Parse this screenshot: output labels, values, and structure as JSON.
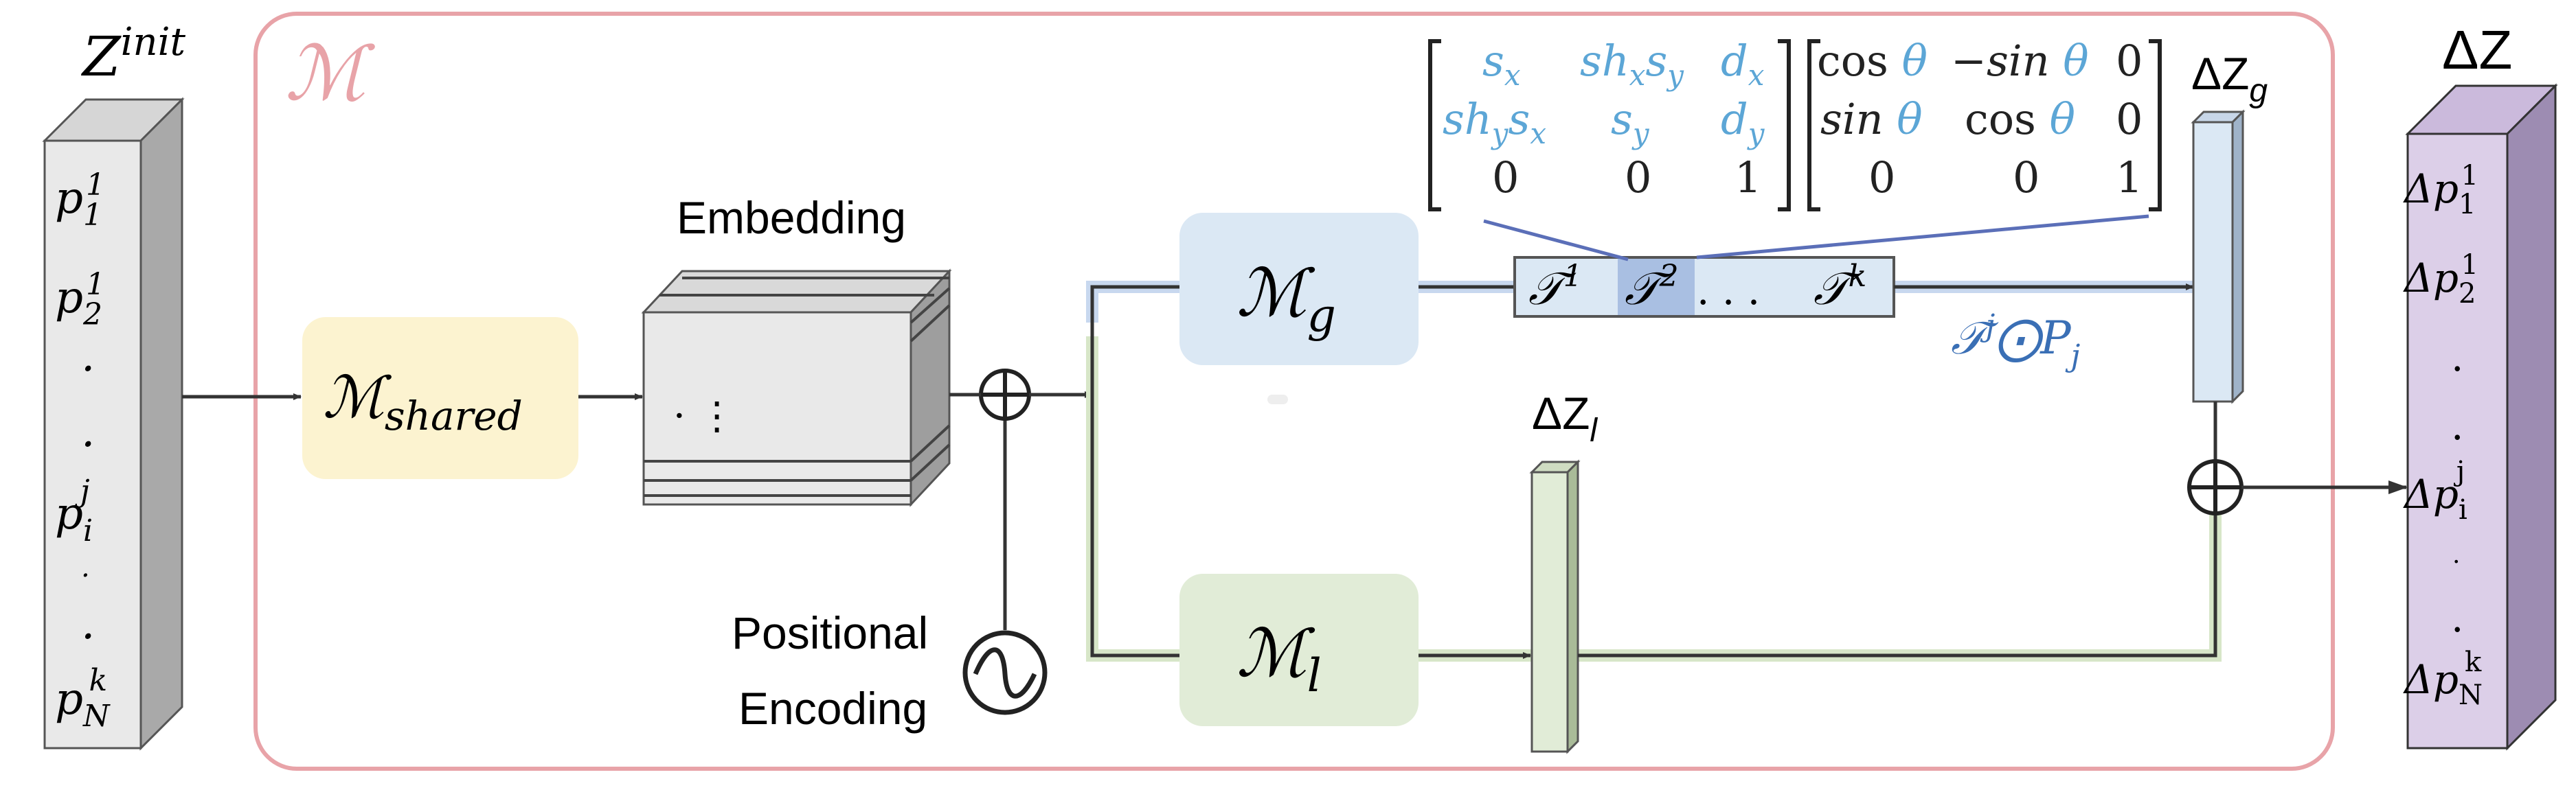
{
  "input": {
    "title": "Z",
    "title_sup": "init",
    "items": [
      {
        "base": "p",
        "sup": "1",
        "sub": "1"
      },
      {
        "base": "p",
        "sup": "1",
        "sub": "2"
      },
      {
        "text": "."
      },
      {
        "text": "."
      },
      {
        "base": "p",
        "sup": "j",
        "sub": "i"
      },
      {
        "text": "."
      },
      {
        "text": "."
      },
      {
        "base": "p",
        "sup": "k",
        "sub": "N"
      }
    ]
  },
  "model": {
    "label": "ℳ"
  },
  "shared": {
    "symbol": "ℳ",
    "sub": "shared"
  },
  "embedding": {
    "label": "Embedding",
    "dots": "·  ⋮"
  },
  "positional": {
    "line1": "Positional",
    "line2": "Encoding"
  },
  "global": {
    "symbol": "ℳ",
    "sub": "g"
  },
  "local": {
    "symbol": "ℳ",
    "sub": "l"
  },
  "tokens": {
    "t1": {
      "base": "𝒯",
      "sup": "1"
    },
    "t2": {
      "base": "𝒯",
      "sup": "2"
    },
    "dots": ". . .",
    "tk": {
      "base": "𝒯",
      "sup": "k"
    }
  },
  "transform_op": {
    "base": "𝒯",
    "sup": "j",
    "op": "⨀",
    "p": "P",
    "sub": "j"
  },
  "matrix_a": [
    [
      "s_x",
      "sh_x s_y",
      "d_x"
    ],
    [
      "sh_y s_x",
      "s_y",
      "d_y"
    ],
    [
      "0",
      "0",
      "1"
    ]
  ],
  "matrix_b": [
    [
      "cos θ",
      "−sin θ",
      "0"
    ],
    [
      "sin θ",
      "cos θ",
      "0"
    ],
    [
      "0",
      "0",
      "1"
    ]
  ],
  "delta_g": {
    "base": "ΔZ",
    "sub": "g"
  },
  "delta_l": {
    "base": "ΔZ",
    "sub": "l"
  },
  "output": {
    "title": "ΔZ",
    "items": [
      {
        "base": "Δp",
        "sup": "1",
        "sub": "1"
      },
      {
        "base": "Δp",
        "sup": "1",
        "sub": "2"
      },
      {
        "text": "."
      },
      {
        "text": "."
      },
      {
        "base": "Δp",
        "sup": "j",
        "sub": "i"
      },
      {
        "text": "."
      },
      {
        "text": "."
      },
      {
        "base": "Δp",
        "sup": "k",
        "sub": "N"
      }
    ]
  },
  "colors": {
    "model_border": "#e8a3a8",
    "shared_fill": "#fcf3d0",
    "global_fill": "#dbe8f4",
    "local_fill": "#e1ecd7",
    "blue_text": "#5ca6d6",
    "op_text": "#3a6fb5",
    "matrix_line": "#5b6fb8",
    "output_fill": "#dccfe8"
  }
}
